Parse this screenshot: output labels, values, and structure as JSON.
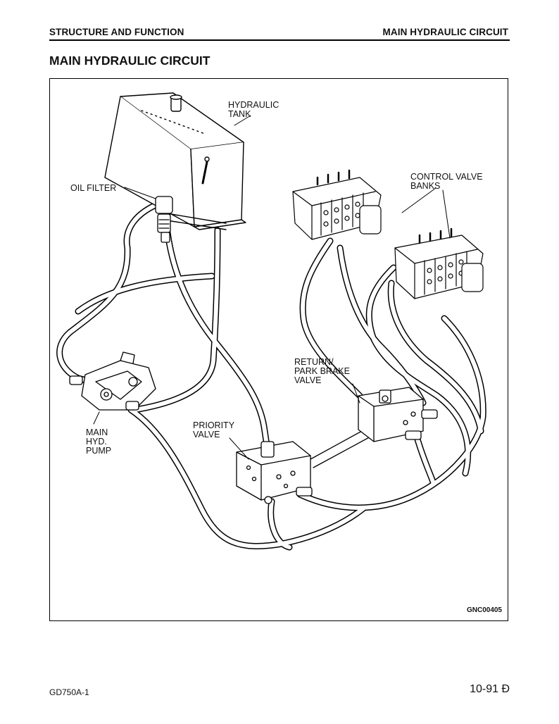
{
  "header": {
    "left": "STRUCTURE AND FUNCTION",
    "right": "MAIN HYDRAULIC CIRCUIT"
  },
  "title": "MAIN HYDRAULIC CIRCUIT",
  "figure": {
    "labels": {
      "hydraulic_tank": "HYDRAULIC\nTANK",
      "oil_filter": "OIL FILTER",
      "control_valve_banks": "CONTROL VALVE\nBANKS",
      "return_park_brake_valve": "RETURN/\nPARK BRAKE\nVALVE",
      "priority_valve": "PRIORITY\nVALVE",
      "main_hyd_pump": "MAIN\nHYD.\nPUMP"
    },
    "code": "GNC00405"
  },
  "footer": {
    "model": "GD750A-1",
    "page": "10-91 Đ"
  }
}
